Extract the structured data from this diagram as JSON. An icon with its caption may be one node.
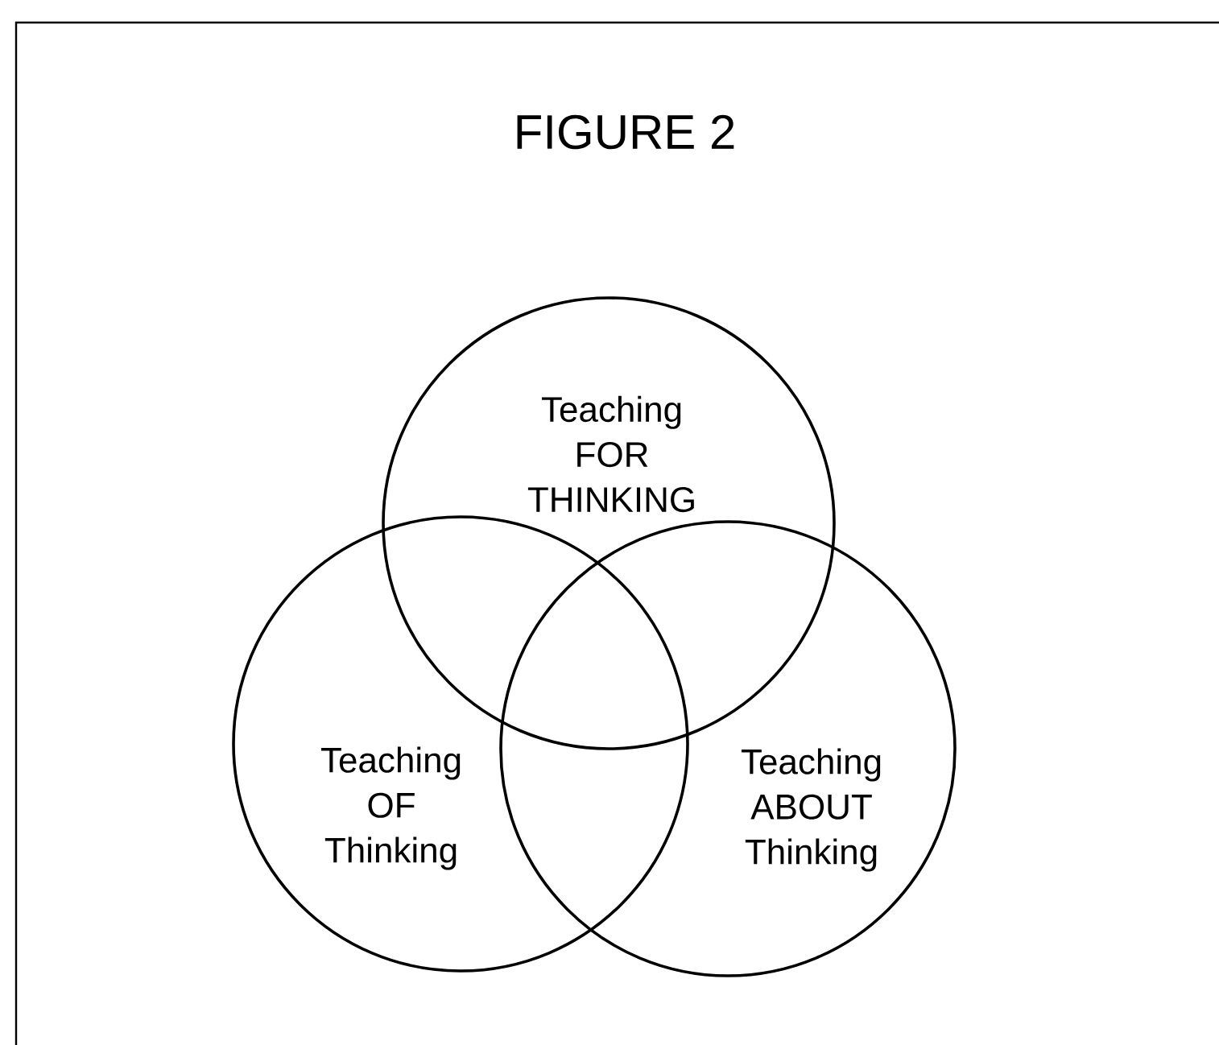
{
  "diagram": {
    "title": "FIGURE 2",
    "nodes": [
      {
        "text": [
          "Teaching FOR THINKING"
        ]
      },
      {
        "text": [
          "Teaching OF Thinking"
        ]
      },
      {
        "text": [
          "Teaching ABOUT Thinking"
        ]
      }
    ]
  }
}
